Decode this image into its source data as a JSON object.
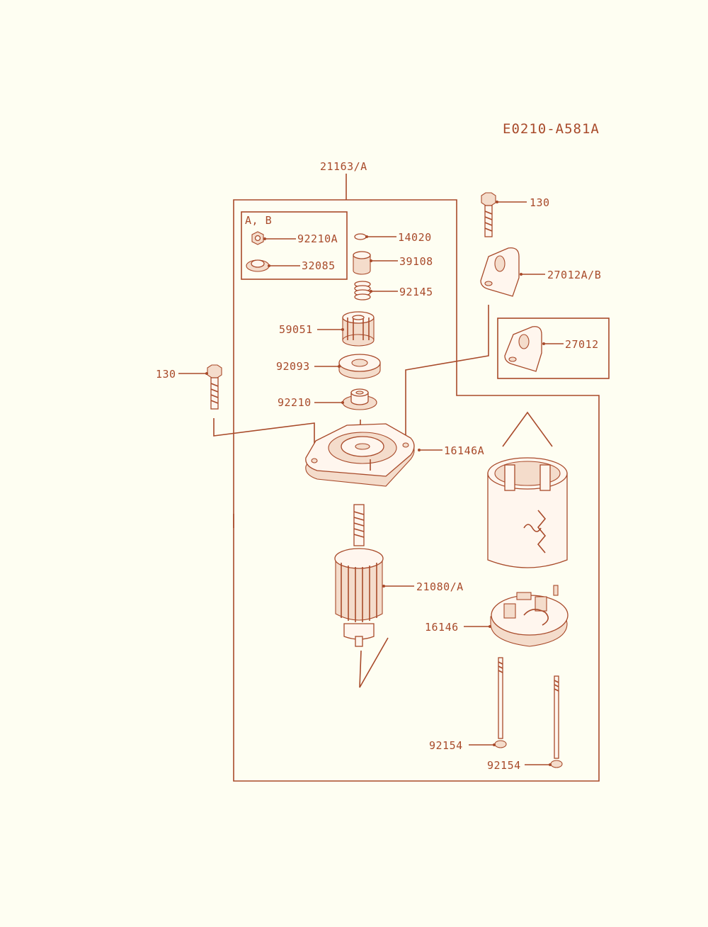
{
  "diagram": {
    "code": "E0210-A581A",
    "inset_title": "A, B",
    "colors": {
      "line": "#a84a2a",
      "background": "#fefef2"
    },
    "labels": {
      "assembly": "21163/A",
      "nut_a": "92210A",
      "washer_32085": "32085",
      "washer_14020": "14020",
      "collar": "39108",
      "spring": "92145",
      "pinion": "59051",
      "washer_92093": "92093",
      "nut_92210": "92210",
      "bolt_right": "130",
      "bolt_left": "130",
      "bracket_ab": "27012A/B",
      "bracket": "27012",
      "front_cover": "16146A",
      "armature": "21080/A",
      "rear_cover": "16146",
      "through_bolt_1": "92154",
      "through_bolt_2": "92154"
    }
  }
}
